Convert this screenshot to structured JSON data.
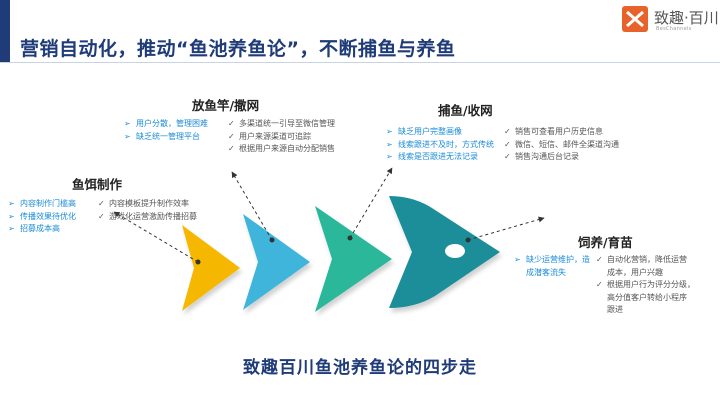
{
  "header": {
    "title": "营销自动化，推动“鱼池养鱼论”，不断捕鱼与养鱼",
    "accent_color": "#1f3b78"
  },
  "logo": {
    "name": "致趣·百川",
    "subtitle": "BesChannels",
    "brand_color": "#e8632a"
  },
  "stages": [
    {
      "title": "鱼饵制作",
      "color": "#f5b700",
      "problems": [
        "内容制作门槛高",
        "传播效果待优化",
        "招募成本高"
      ],
      "solutions": [
        "内容模板提升制作效率",
        "游戏化运营激励传播招募"
      ]
    },
    {
      "title": "放鱼竿/撒网",
      "color": "#3fb5dc",
      "problems": [
        "用户分散，管理困难",
        "缺乏统一管理平台"
      ],
      "solutions": [
        "多渠道统一引导至微信管理",
        "用户来源渠道可追踪",
        "根据用户来源自动分配销售"
      ]
    },
    {
      "title": "捕鱼/收网",
      "color": "#2bb79a",
      "problems": [
        "缺乏用户完整画像",
        "线索跟进不及时，方式传统",
        "线索是否跟进无法记录"
      ],
      "solutions": [
        "销售可查看用户历史信息",
        "微信、短信、邮件全渠道沟通",
        "销售沟通后台记录"
      ]
    },
    {
      "title": "饲养/育苗",
      "color": "#1b8e99",
      "problems": [
        "缺少运营维护，造",
        "成潜客流失"
      ],
      "solutions": [
        "自动化营销，降低运营",
        "成本，用户兴趣",
        "根据用户行为评分分级，",
        "高分值客户转给小程序",
        "跟进"
      ]
    }
  ],
  "footer": {
    "title": "致趣百川鱼池养鱼论的四步走"
  }
}
